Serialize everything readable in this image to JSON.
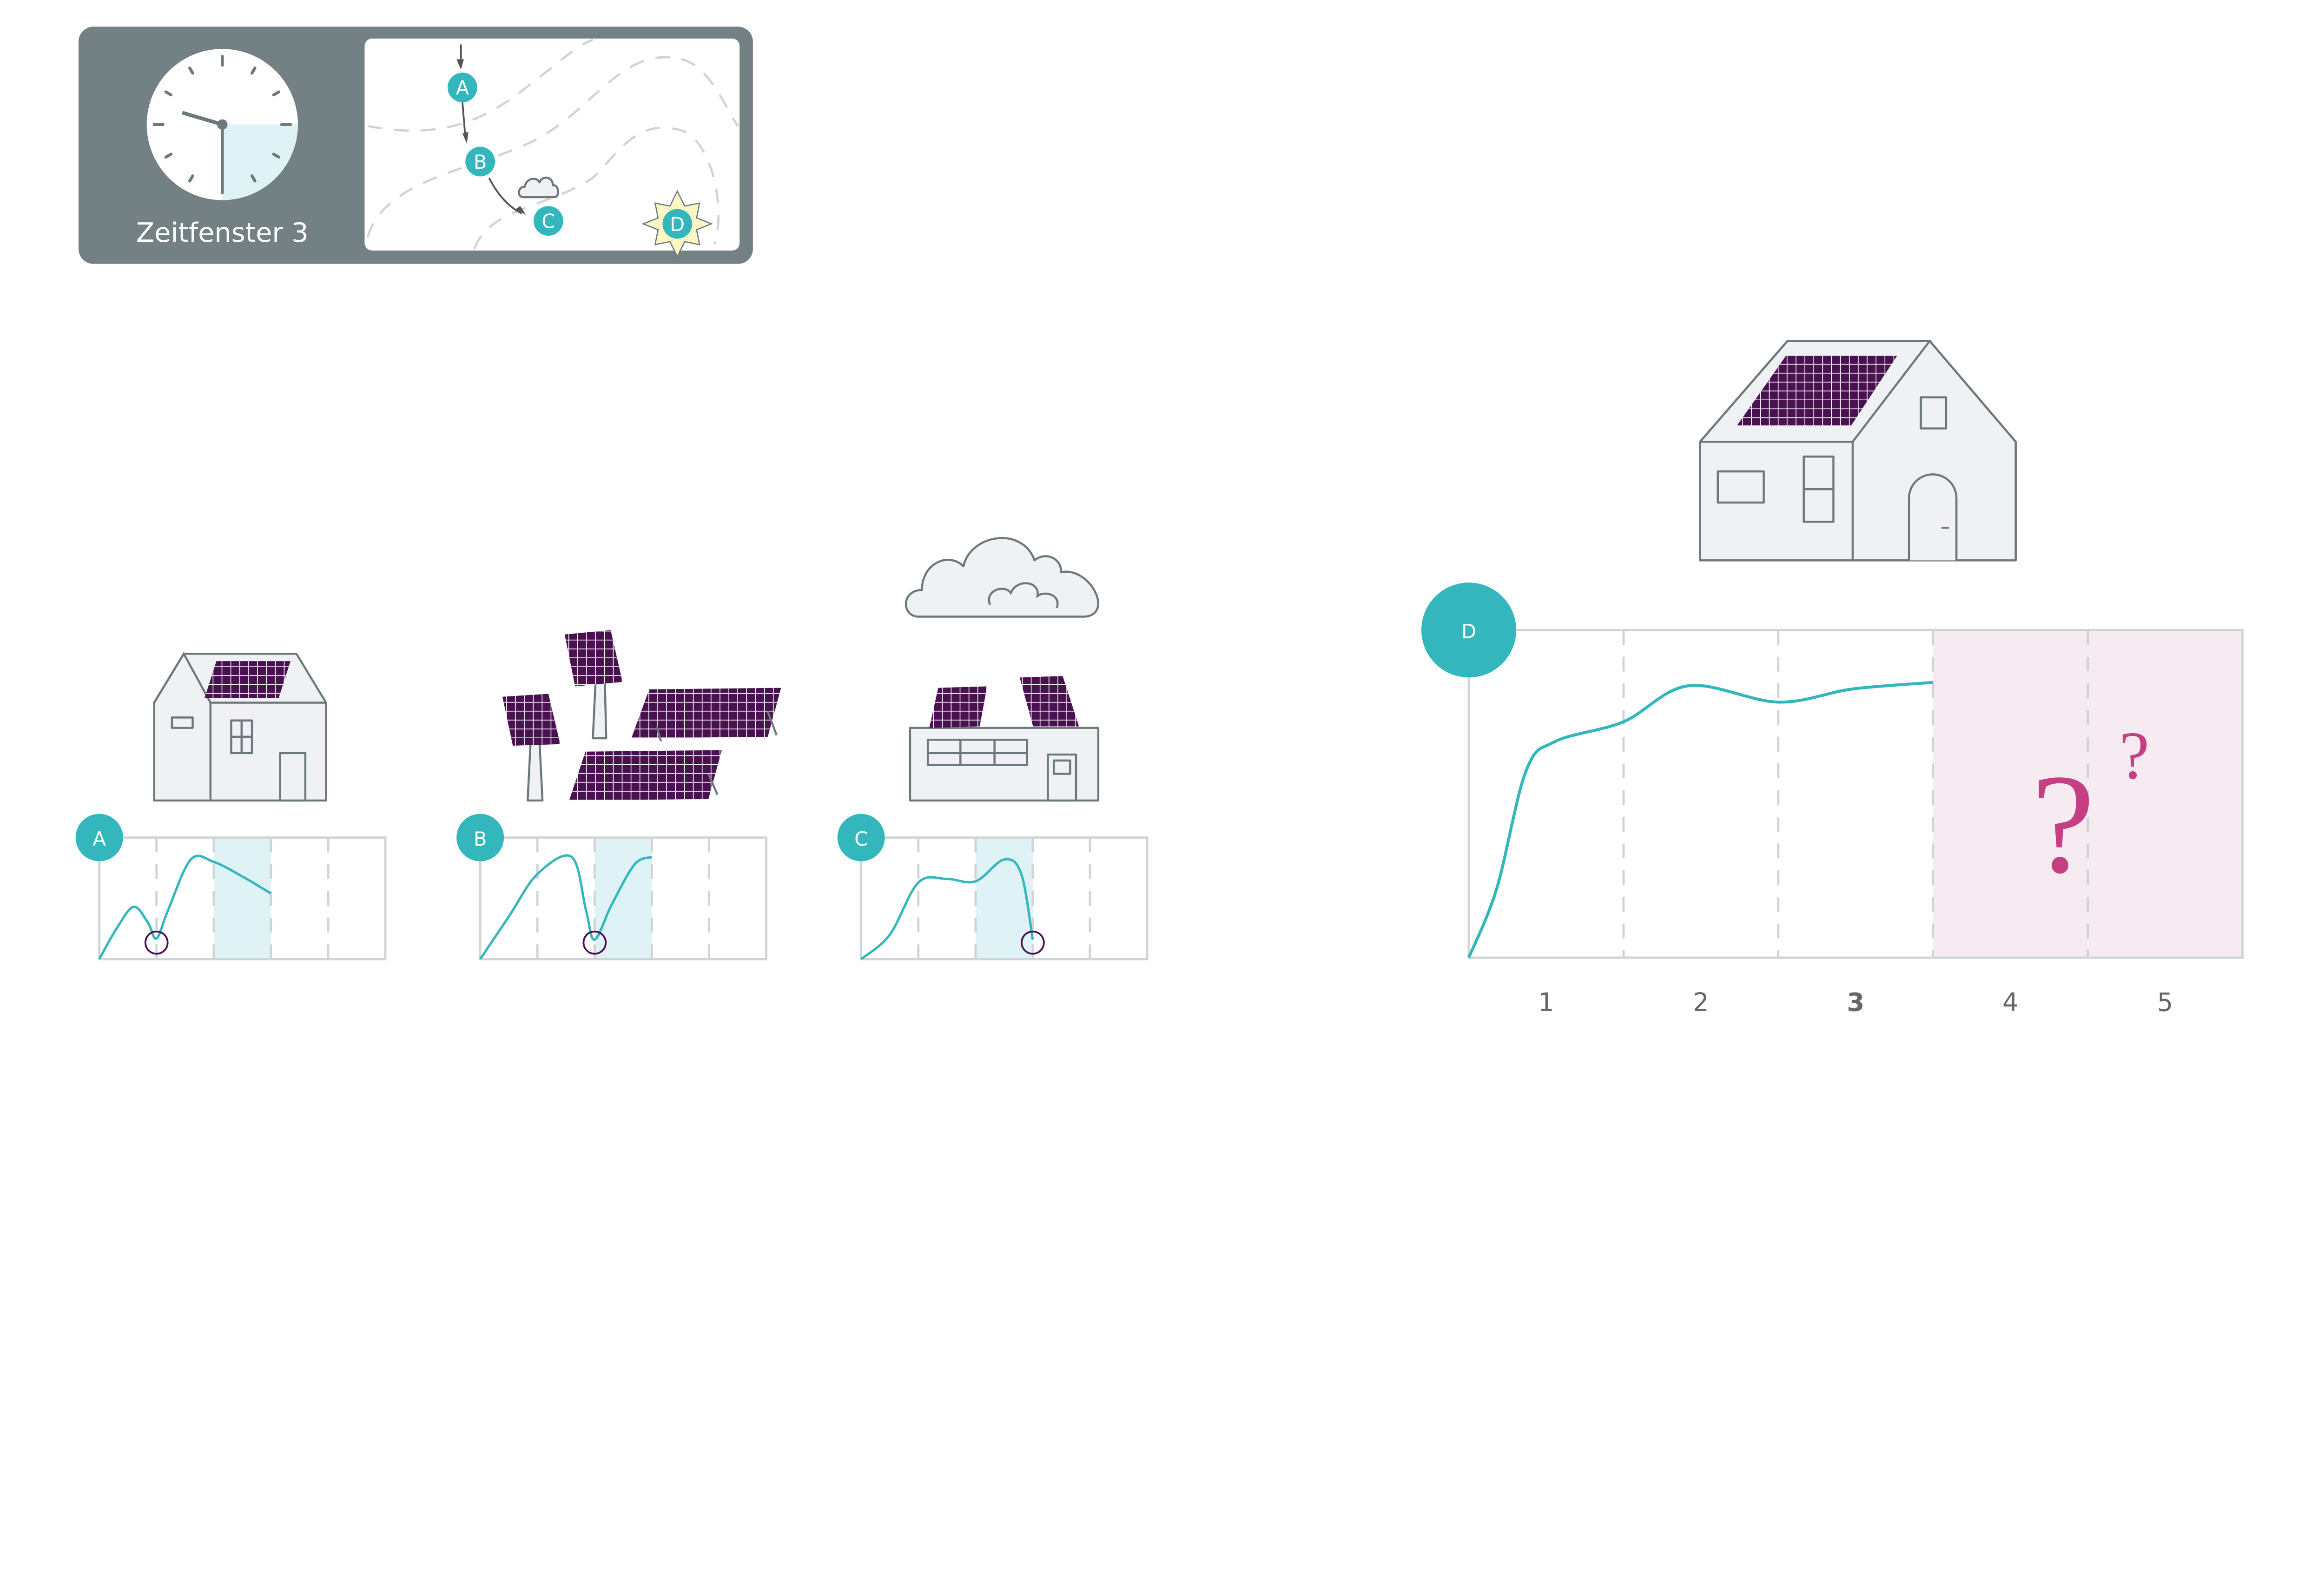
{
  "colors": {
    "teal": "#33b7bc",
    "panel": "#738084",
    "purple": "#4a1150",
    "magenta": "#c63f83",
    "forecast_bg": "#f7ebf2",
    "highlight": "#dff2f5",
    "sun": "#fdf6c4"
  },
  "header_panel": {
    "title": "Zeitfenster 3",
    "clock_icon": "clock-icon",
    "route_labels": [
      "A",
      "B",
      "C",
      "D"
    ]
  },
  "sites": [
    {
      "label": "A",
      "icon": "house-with-solar-roof"
    },
    {
      "label": "B",
      "icon": "solar-park"
    },
    {
      "label": "C",
      "icon": "flat-roof-building-under-cloud"
    }
  ],
  "forecast": {
    "label": "D",
    "question_marks": [
      "?",
      "?"
    ]
  },
  "chart_data": [
    {
      "type": "line",
      "name": "A",
      "xlim": [
        0,
        5
      ],
      "ylim": [
        0,
        100
      ],
      "highlight_window": 3,
      "x": [
        0,
        0.3,
        0.6,
        0.85,
        1.0,
        1.2,
        1.6,
        2.0,
        2.5,
        3.0
      ],
      "y": [
        0,
        25,
        43,
        30,
        17,
        40,
        82,
        80,
        68,
        54
      ],
      "marker": {
        "x": 1.0,
        "y": 16
      }
    },
    {
      "type": "line",
      "name": "B",
      "xlim": [
        0,
        5
      ],
      "ylim": [
        0,
        100
      ],
      "highlight_window": 3,
      "x": [
        0,
        0.5,
        1.0,
        1.6,
        1.85,
        2.0,
        2.3,
        2.7,
        3.0
      ],
      "y": [
        0,
        35,
        70,
        84,
        40,
        16,
        45,
        78,
        84
      ],
      "marker": {
        "x": 2.0,
        "y": 16
      }
    },
    {
      "type": "line",
      "name": "C",
      "xlim": [
        0,
        5
      ],
      "ylim": [
        0,
        100
      ],
      "highlight_window": 3,
      "x": [
        0,
        0.5,
        1.0,
        1.5,
        2.0,
        2.5,
        2.8,
        3.0
      ],
      "y": [
        0,
        20,
        63,
        66,
        64,
        82,
        70,
        16
      ],
      "marker": {
        "x": 3.0,
        "y": 16
      }
    },
    {
      "type": "line",
      "name": "D",
      "xlim": [
        0,
        5
      ],
      "ylim": [
        0,
        100
      ],
      "forecast_region": [
        3,
        5
      ],
      "x_ticks": [
        "1",
        "2",
        "3",
        "4",
        "5"
      ],
      "current_tick": "3",
      "x": [
        0,
        0.18,
        0.37,
        0.56,
        1.0,
        1.42,
        2.0,
        2.48,
        3.0
      ],
      "y": [
        0,
        21,
        57,
        66,
        72,
        83,
        78,
        82,
        84
      ]
    }
  ]
}
